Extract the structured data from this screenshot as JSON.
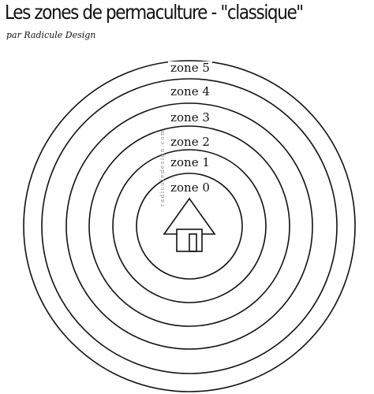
{
  "title": "Les zones de permaculture - \"classique\"",
  "subtitle": "par Radicule Design",
  "watermark": "radiculedesign.com",
  "zones": [
    "zone 0",
    "zone 1",
    "zone 2",
    "zone 3",
    "zone 4",
    "zone 5"
  ],
  "ring_count": 6,
  "house_icon": "house-icon",
  "colors": {
    "stroke": "#111111",
    "background": "#ffffff",
    "watermark": "#888888"
  }
}
